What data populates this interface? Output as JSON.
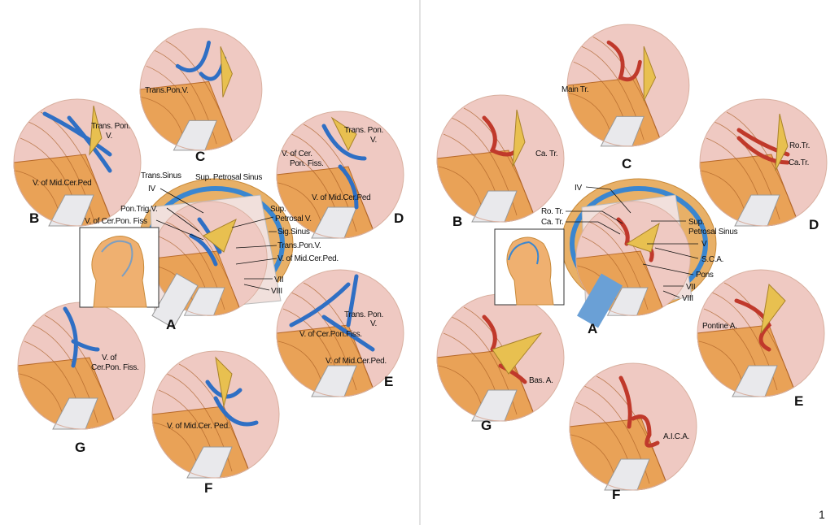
{
  "left": {
    "letters": {
      "A": "A",
      "B": "B",
      "C": "C",
      "D": "D",
      "E": "E",
      "F": "F",
      "G": "G"
    },
    "labels": {
      "c_trans_pon_v": "Trans.Pon.V.",
      "b_trans_pon": "Trans. Pon.",
      "b_v": "V.",
      "b_mid_cer_ped": "V. of Mid.Cer.Ped",
      "d_trans_pon": "Trans. Pon.",
      "d_v": "V.",
      "d_v_of_cer": "V. of Cer.",
      "d_pon_fiss": "Pon. Fiss.",
      "d_mid_cer_ped": "V. of Mid.Cer.Ped",
      "a_trans_sinus": "Trans.Sinus",
      "a_sup_petrosal_sinus": "Sup. Petrosal Sinus",
      "a_iv": "IV",
      "a_pon_trig_v": "Pon.Trig.V.",
      "a_v_cer_pon_fiss": "V. of Cer.Pon. Fiss",
      "a_sup": "Sup.",
      "a_petrosal_v": "Petrosal V.",
      "a_sig_sinus": "Sig.Sinus",
      "a_trans_pon_v": "Trans.Pon.V.",
      "a_mid_cer_ped": "V. of Mid.Cer.Ped.",
      "a_vii": "VII",
      "a_viii": "VIII",
      "e_trans_pon": "Trans. Pon.",
      "e_v": "V.",
      "e_cer_pon_fiss": "V. of Cer.Pon.Fiss.",
      "e_mid_cer_ped": "V. of Mid.Cer.Ped.",
      "g_v_of": "V. of",
      "g_cer_pon_fiss": "Cer.Pon. Fiss.",
      "f_mid_cer_ped": "V. of Mid.Cer. Ped."
    }
  },
  "right": {
    "letters": {
      "A": "A",
      "B": "B",
      "C": "C",
      "D": "D",
      "E": "E",
      "F": "F",
      "G": "G"
    },
    "labels": {
      "c_main_tr": "Main Tr.",
      "b_ca_tr": "Ca. Tr.",
      "d_ro_tr": "Ro.Tr.",
      "d_ca_tr": "Ca.Tr.",
      "a_iv": "IV",
      "a_ro_tr": "Ro. Tr.",
      "a_ca_tr": "Ca. Tr.",
      "a_sup": "Sup.",
      "a_petrosal_sinus": "Petrosal Sinus",
      "a_v": "V",
      "a_sca": "S.C.A.",
      "a_pons": "Pons",
      "a_vii": "VII",
      "a_viii": "VIII",
      "e_pontine_a": "Pontine A.",
      "g_bas_a": "Bas. A.",
      "f_aica": "A.I.C.A."
    }
  },
  "page_number": "1",
  "colors": {
    "cerebellum": "#e9a257",
    "vein": "#2f6fc4",
    "artery": "#c0392b",
    "nerve": "#e8c050",
    "background": "#efc9c2"
  }
}
